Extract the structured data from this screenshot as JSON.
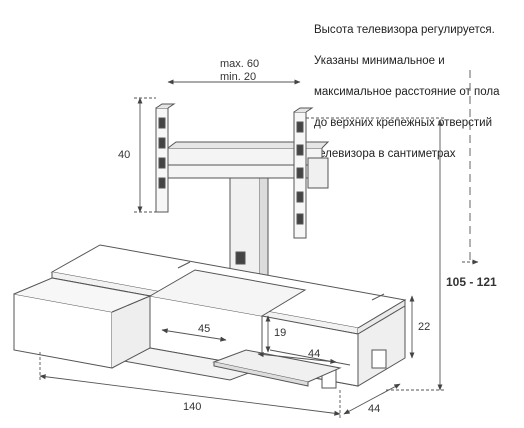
{
  "note": {
    "lines": [
      "Высота телевизора регулируется.",
      "Указаны минимальное и",
      "максимальное  расстояние от пола",
      "до верхних крепежных отверстий",
      "телевизора в сантиметрах"
    ]
  },
  "dimensions": {
    "bracket_max": "max. 60",
    "bracket_min": "min. 20",
    "bracket_height": "40",
    "height_range": "105 - 121",
    "inner_width": "45",
    "inner_height": "19",
    "shelf_width": "44",
    "cabinet_height": "22",
    "total_width": "140",
    "total_depth": "44"
  },
  "colors": {
    "line": "#555555",
    "dim": "#888888",
    "fill": "#ffffff",
    "shade": "#e8e8e8"
  }
}
